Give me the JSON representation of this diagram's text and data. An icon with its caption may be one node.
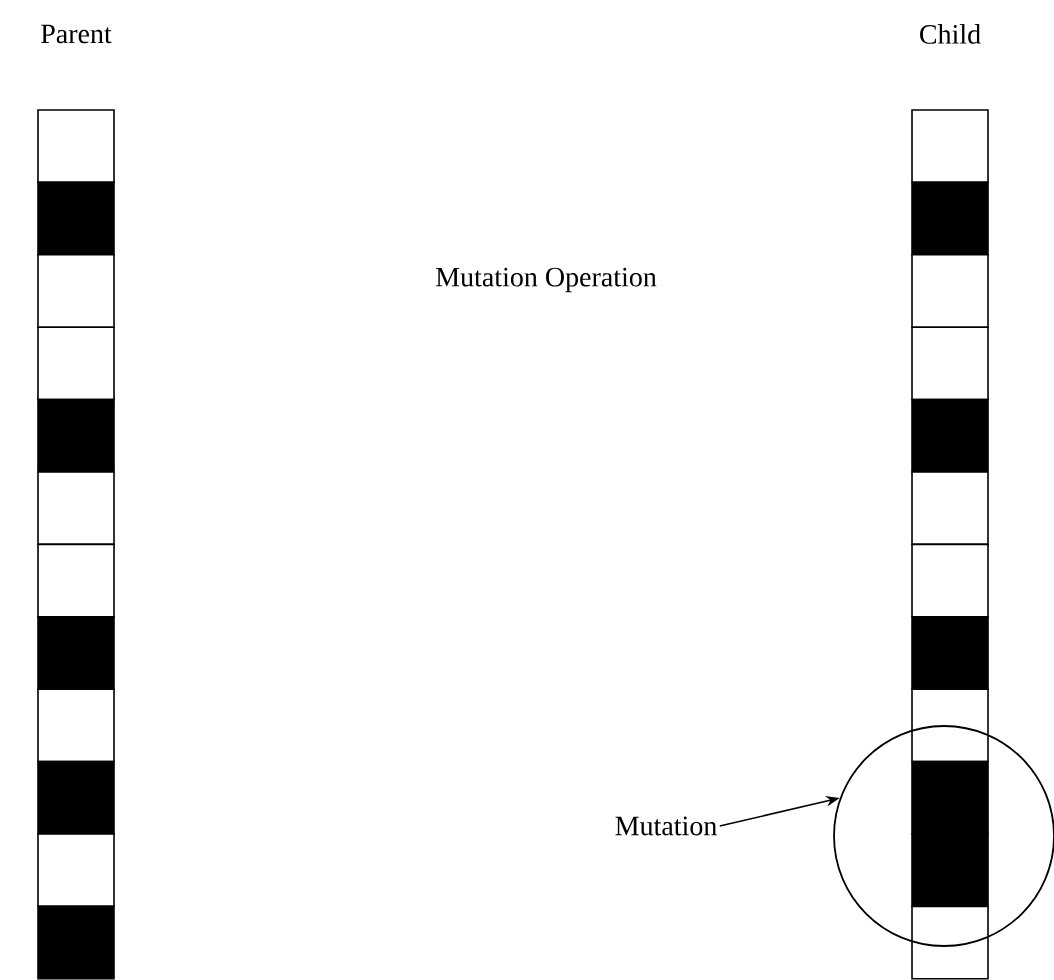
{
  "diagram": {
    "nodes": [
      {
        "text": [
          "Mutation"
        ]
      },
      {
        "text": [],
        "shape": "circle"
      }
    ],
    "edges": [
      {
        "from": 0,
        "to": 1,
        "arrow": "to"
      }
    ],
    "labels": [
      "Parent",
      "Child",
      "Mutation Operation"
    ]
  }
}
